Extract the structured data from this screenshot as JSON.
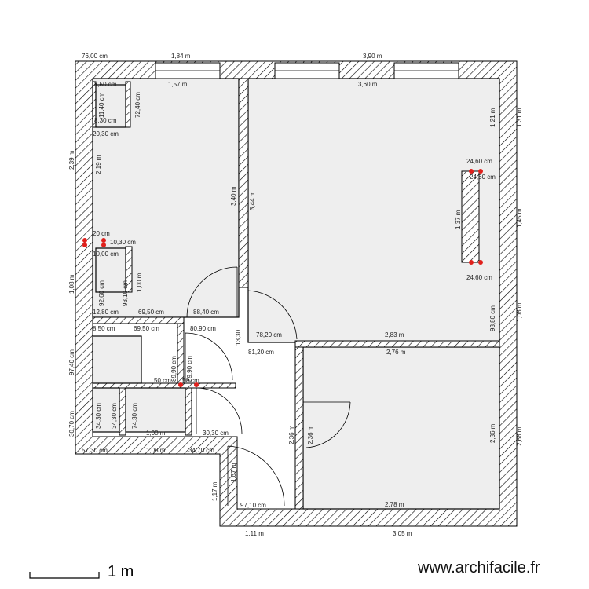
{
  "scale": {
    "label": "1 m"
  },
  "brand": {
    "text": "www.archifacile.fr"
  },
  "dimensions": [
    {
      "text": "76,00 cm"
    },
    {
      "text": "1,84 m"
    },
    {
      "text": "3,90 m"
    },
    {
      "text": "1,57 m"
    },
    {
      "text": "3,60 m"
    },
    {
      "text": "8,50 cm"
    },
    {
      "text": "11,40 cm"
    },
    {
      "text": "72,40 cm"
    },
    {
      "text": "8,30 cm"
    },
    {
      "text": "20,30 cm"
    },
    {
      "text": "2,19 m"
    },
    {
      "text": "2,39 m"
    },
    {
      "text": "3,40 m"
    },
    {
      "text": "3,44 m"
    },
    {
      "text": "1,21 m"
    },
    {
      "text": "1,31 m"
    },
    {
      "text": "24,60 cm"
    },
    {
      "text": "24,60 cm"
    },
    {
      "text": "24,60 cm"
    },
    {
      "text": "1,37 m"
    },
    {
      "text": "1,45 m"
    },
    {
      "text": "20 cm"
    },
    {
      "text": "10,30 cm"
    },
    {
      "text": "10,00 cm"
    },
    {
      "text": "1,08 m"
    },
    {
      "text": "92,60 cm"
    },
    {
      "text": "93,10 cm"
    },
    {
      "text": "1,00 m"
    },
    {
      "text": "12,80 cm"
    },
    {
      "text": "69,50 cm"
    },
    {
      "text": "88,40 cm"
    },
    {
      "text": "8,50 cm"
    },
    {
      "text": "69,50 cm"
    },
    {
      "text": "80,90 cm"
    },
    {
      "text": "78,20 cm"
    },
    {
      "text": "81,20 cm"
    },
    {
      "text": "13,30"
    },
    {
      "text": "2,83 m"
    },
    {
      "text": "2,76 m"
    },
    {
      "text": "93,80 cm"
    },
    {
      "text": "1,06 m"
    },
    {
      "text": "97,40 cm"
    },
    {
      "text": "89,90 cm"
    },
    {
      "text": "89,90 cm"
    },
    {
      "text": "50 cm"
    },
    {
      "text": "50 cm"
    },
    {
      "text": "34,30 cm"
    },
    {
      "text": "34,30 cm"
    },
    {
      "text": "74,30 cm"
    },
    {
      "text": "30,70 cm"
    },
    {
      "text": "1,00 m"
    },
    {
      "text": "30,30 cm"
    },
    {
      "text": "57,30 cm"
    },
    {
      "text": "1,08 m"
    },
    {
      "text": "34,70 cm"
    },
    {
      "text": "2,36 m"
    },
    {
      "text": "2,36 m"
    },
    {
      "text": "2,36 m"
    },
    {
      "text": "2,66 m"
    },
    {
      "text": "1,17 m"
    },
    {
      "text": "1,07 m"
    },
    {
      "text": "97,10 cm"
    },
    {
      "text": "2,78 m"
    },
    {
      "text": "1,11 m"
    },
    {
      "text": "3,05 m"
    }
  ]
}
